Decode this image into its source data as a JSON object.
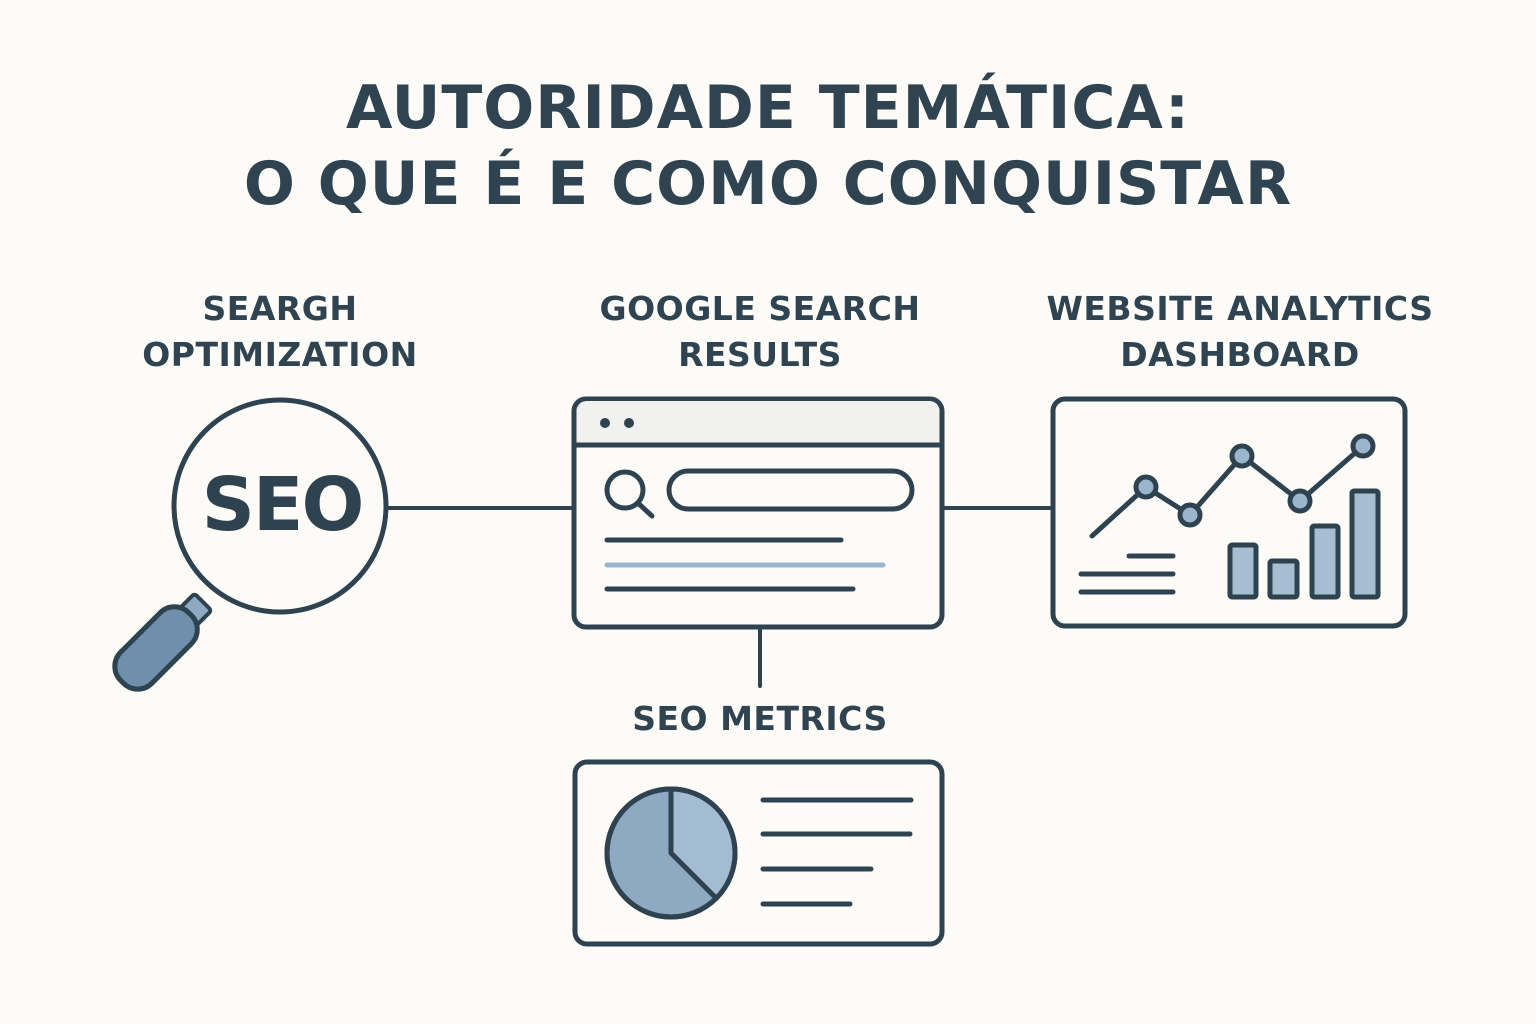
{
  "title": {
    "line1": "AUTORIDADE TEMÁTICA:",
    "line2": "O QUE É E COMO CONQUISTAR"
  },
  "nodes": {
    "search_optimization": {
      "label_line1": "SEARGH",
      "label_line2": "OPTIMIZATION",
      "icon": "magnifier-icon",
      "icon_text": "SEO"
    },
    "google_search_results": {
      "label_line1": "GOOGLE SEARCH",
      "label_line2": "RESULTS",
      "icon": "browser-window-icon"
    },
    "website_analytics_dashboard": {
      "label_line1": "WEBSITE ANALYTICS",
      "label_line2": "DASHBOARD",
      "icon": "analytics-chart-icon"
    },
    "seo_metrics": {
      "label": "SEO METRICS",
      "icon": "pie-chart-icon"
    }
  },
  "connections": [
    {
      "from": "search_optimization",
      "to": "google_search_results"
    },
    {
      "from": "google_search_results",
      "to": "website_analytics_dashboard"
    },
    {
      "from": "google_search_results",
      "to": "seo_metrics"
    }
  ],
  "colors": {
    "background": "#fcfbf7",
    "stroke": "#2e4250",
    "accent_fill": "#9bb5cc",
    "handle_fill": "#6f8fab",
    "titlebar_fill": "#f1f1ef"
  }
}
